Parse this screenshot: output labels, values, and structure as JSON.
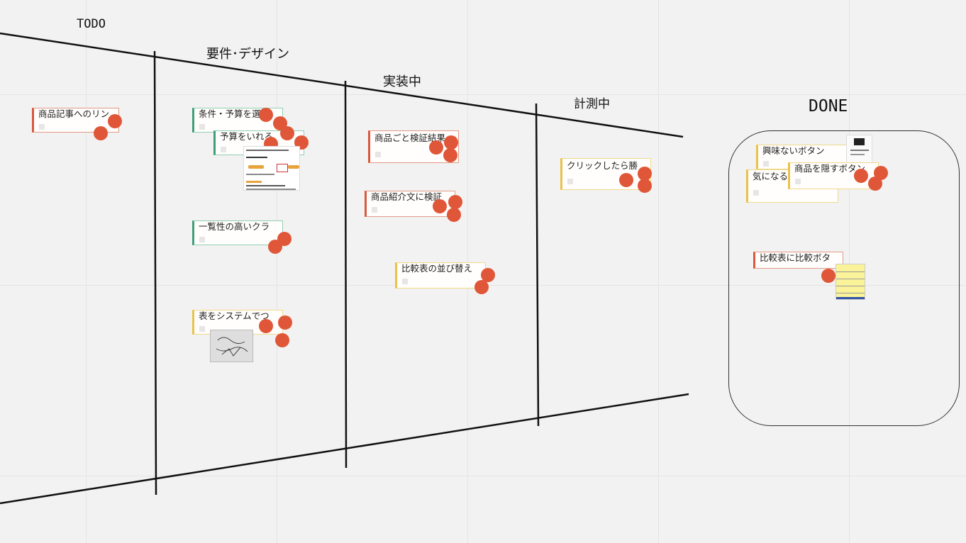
{
  "columns": [
    {
      "id": "todo",
      "label": "TODO"
    },
    {
      "id": "requirements",
      "label": "要件･デザイン"
    },
    {
      "id": "implementing",
      "label": "実装中"
    },
    {
      "id": "measuring",
      "label": "計測中"
    },
    {
      "id": "done",
      "label": "DONE"
    }
  ],
  "cards": [
    {
      "id": "c1",
      "text": "商品記事へのリン",
      "color": "red"
    },
    {
      "id": "c2",
      "text": "条件・予算を選",
      "color": "green"
    },
    {
      "id": "c3",
      "text": "予算をいれる",
      "color": "green"
    },
    {
      "id": "c4",
      "text": "一覧性の高いクラ",
      "color": "green"
    },
    {
      "id": "c5",
      "text": "表をシステムでつ",
      "color": "yellow"
    },
    {
      "id": "c6",
      "text": "商品ごと検証結果",
      "color": "red"
    },
    {
      "id": "c7",
      "text": "商品紹介文に検証",
      "color": "red"
    },
    {
      "id": "c8",
      "text": "比較表の並び替え",
      "color": "yellow"
    },
    {
      "id": "c9",
      "text": "クリックしたら勝",
      "color": "yellow"
    },
    {
      "id": "c10",
      "text": "興味ないボタン",
      "color": "yellow"
    },
    {
      "id": "c11",
      "text": "気になる",
      "color": "yellow"
    },
    {
      "id": "c12",
      "text": "商品を隠すボタン",
      "color": "yellow"
    },
    {
      "id": "c13",
      "text": "比較表に比較ボタ",
      "color": "red"
    }
  ],
  "colors": {
    "red": "#d9583e",
    "green": "#3f9f77",
    "yellow": "#eac24a",
    "dot": "#e05638",
    "background": "#f2f2f2"
  }
}
